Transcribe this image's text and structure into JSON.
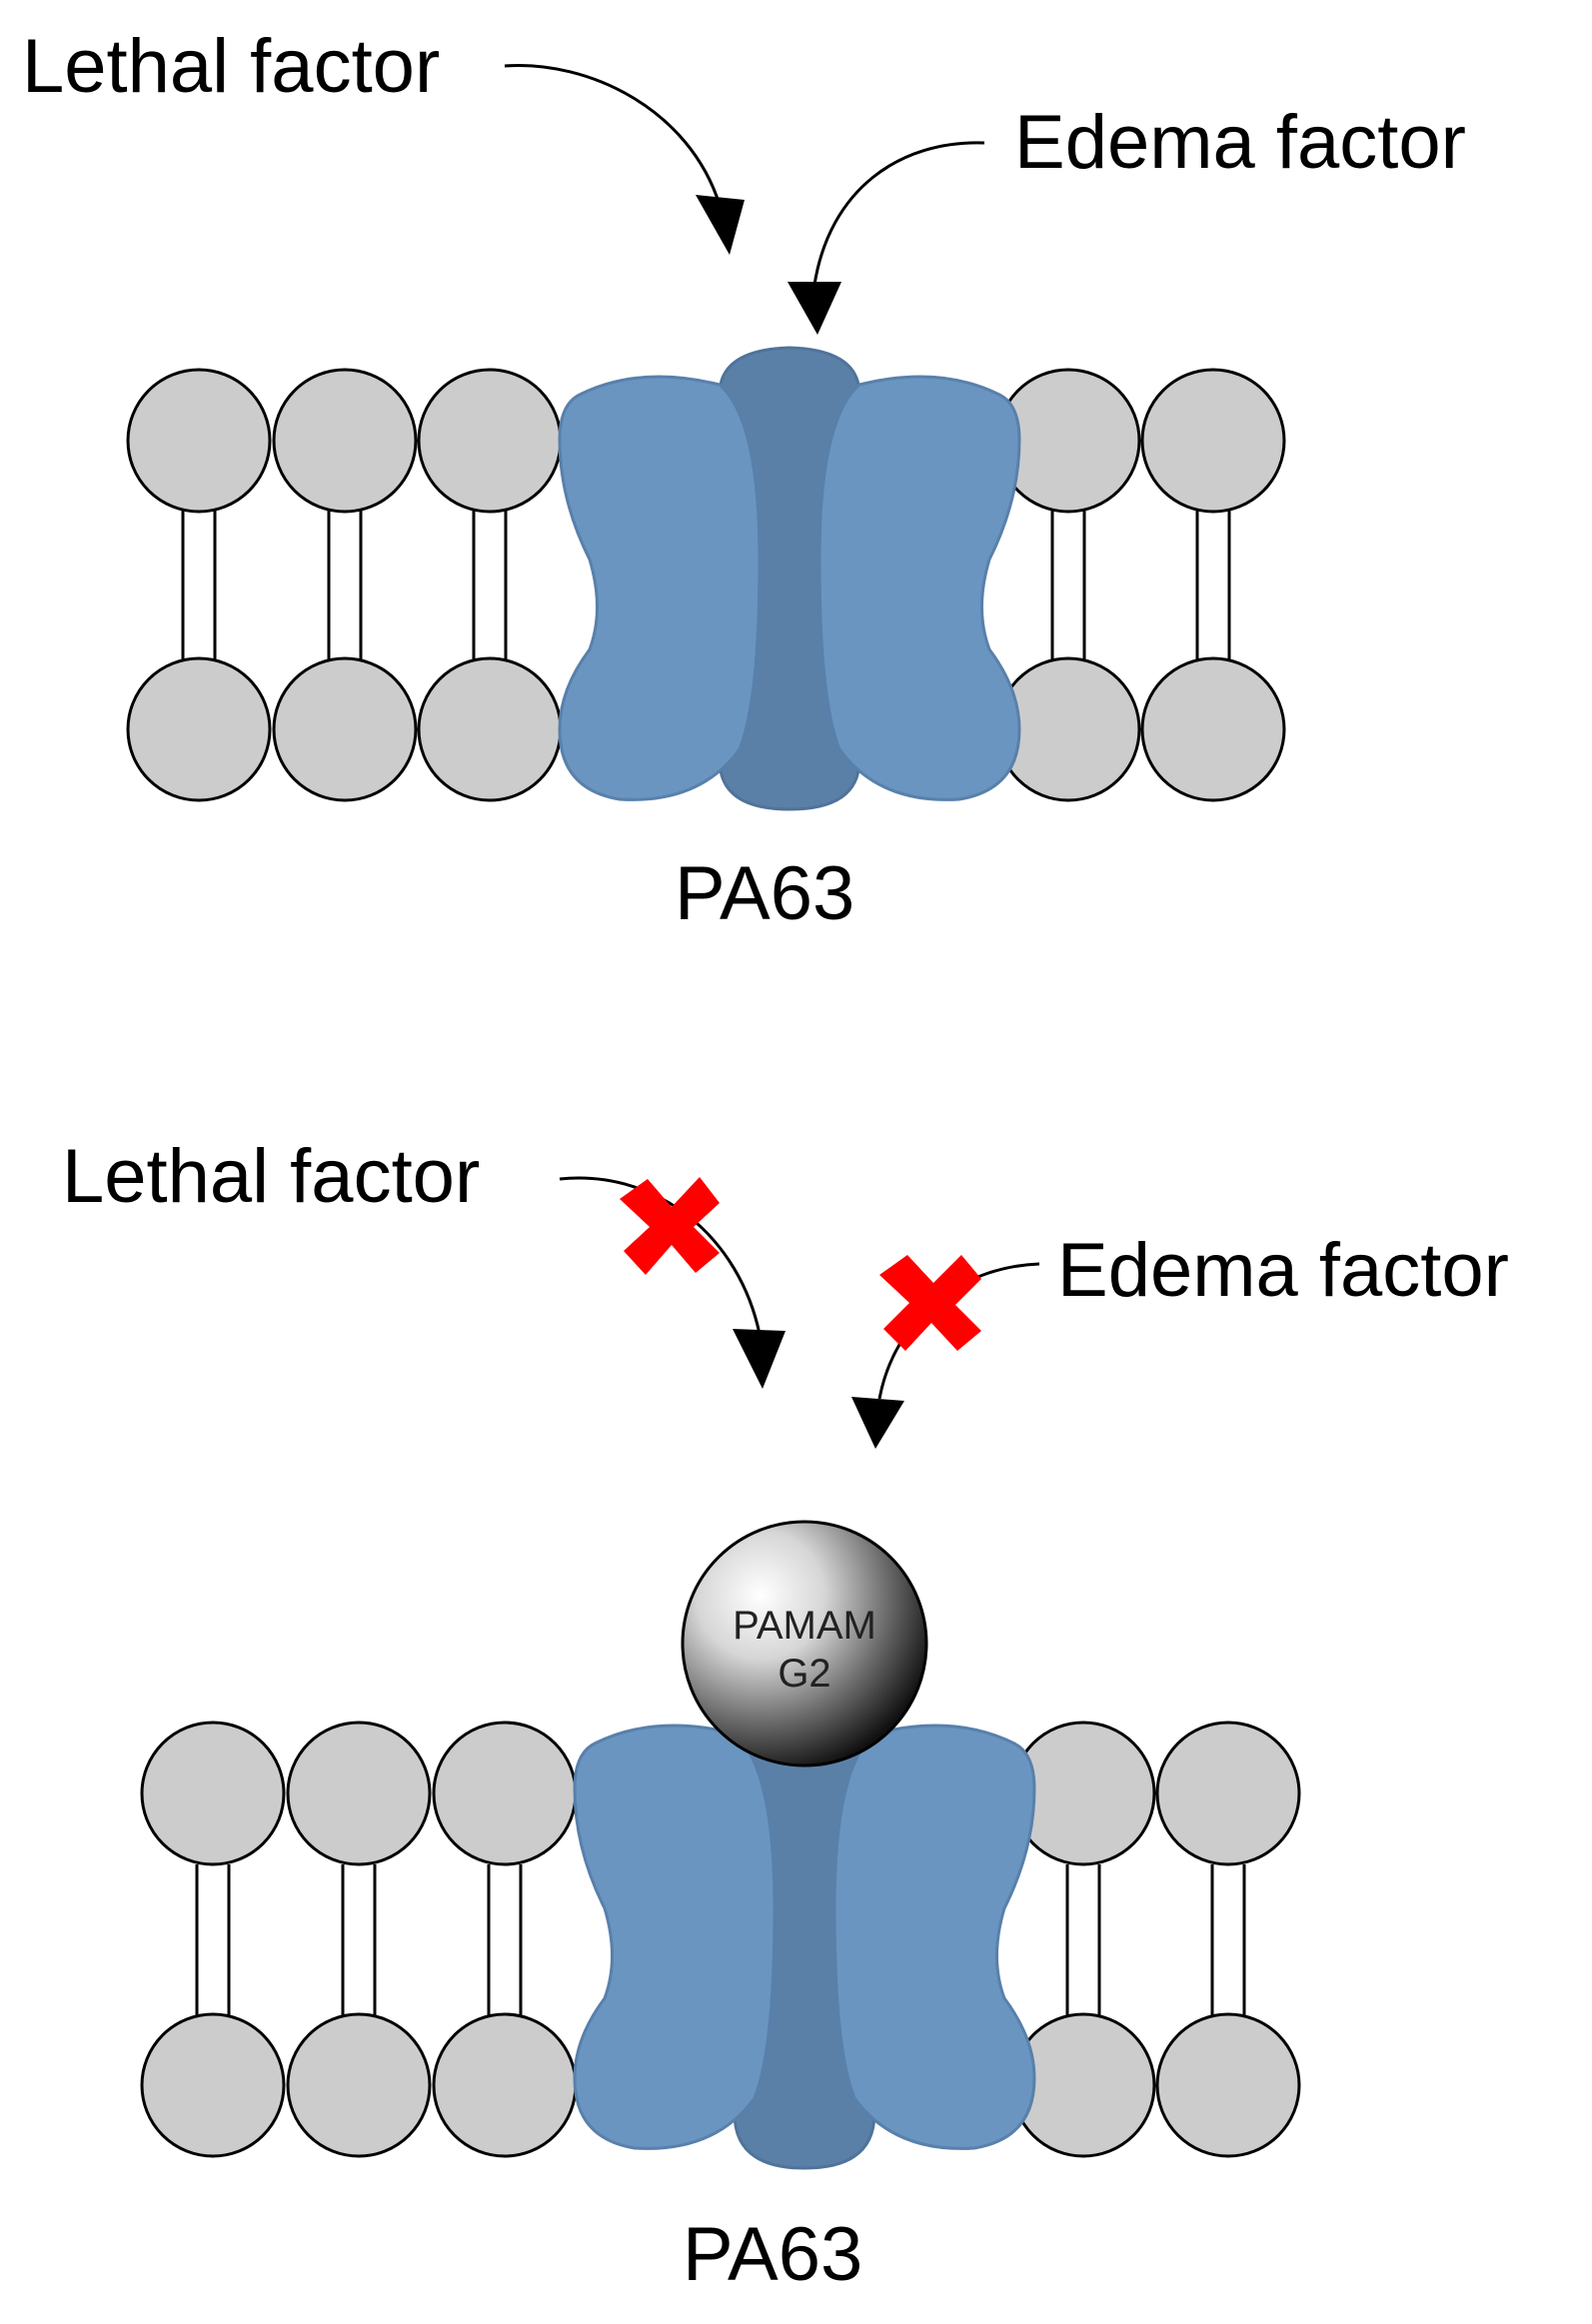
{
  "panel_top": {
    "lethal_label": "Lethal factor",
    "edema_label": "Edema factor",
    "channel_label": "PA63"
  },
  "panel_bottom": {
    "lethal_label": "Lethal factor",
    "edema_label": "Edema factor",
    "channel_label": "PA63",
    "blocker_line1": "PAMAM",
    "blocker_line2": "G2",
    "blocked": true
  },
  "icons": {
    "arrow": "curved-arrow-icon",
    "block": "red-x-icon",
    "lipid": "lipid-head-icon",
    "sphere": "dendrimer-sphere-icon"
  },
  "colors": {
    "lipid_head": "#cccccc",
    "channel_outer": "#6a95c0",
    "channel_inner": "#5b80a8",
    "block_mark": "#ff0000",
    "arrow": "#000000"
  }
}
